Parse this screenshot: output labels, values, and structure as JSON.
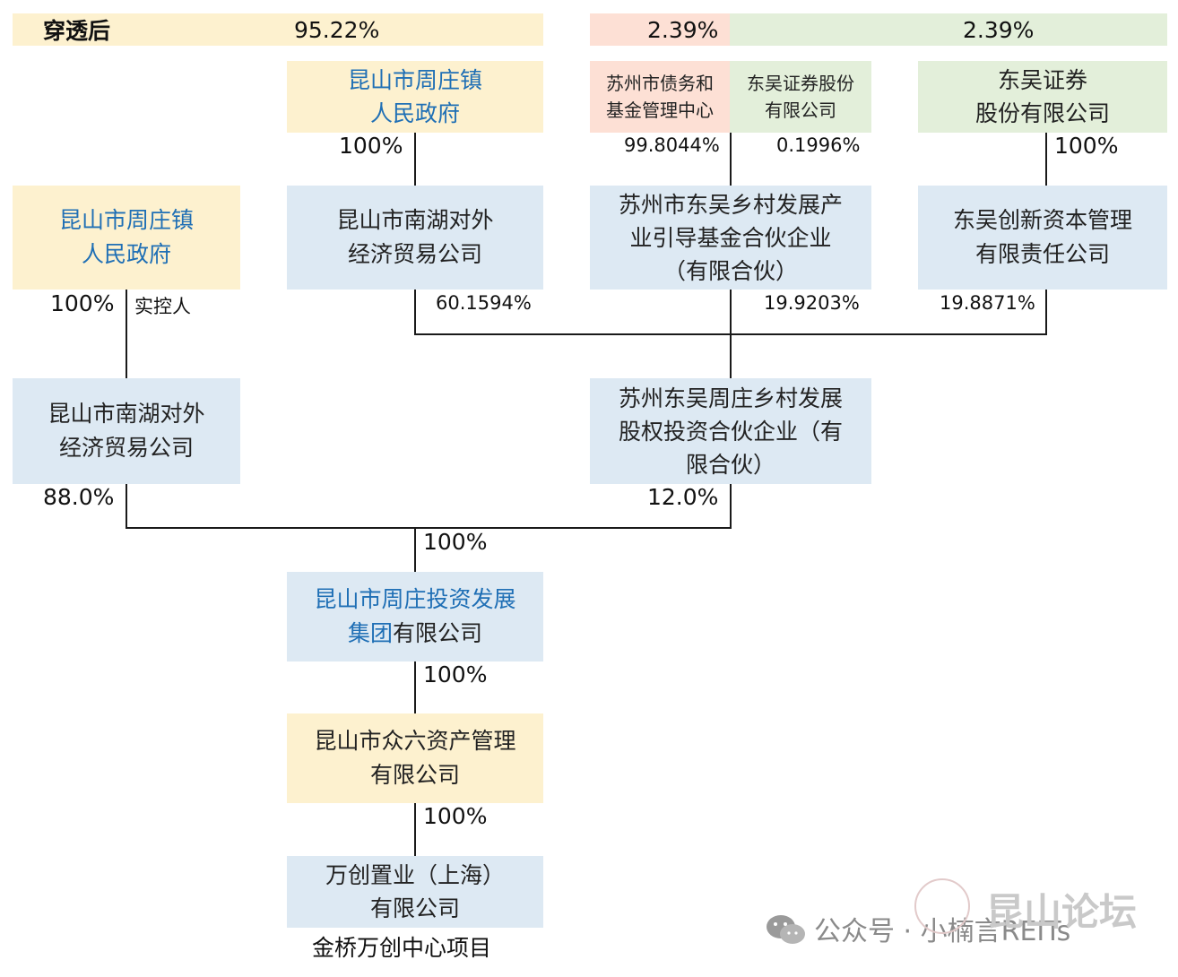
{
  "header": {
    "label": "穿透后",
    "pct_main": "95.22%",
    "pct_pink": "2.39%",
    "pct_green": "2.39%"
  },
  "nodes": {
    "zhouzhuang_gov_top": [
      "昆山市周庄镇",
      "人民政府"
    ],
    "debt_fund_center": [
      "苏州市债务和",
      "基金管理中心"
    ],
    "dongwu_sec_small": [
      "东吴证券股份",
      "有限公司"
    ],
    "dongwu_sec_right": [
      "东吴证券",
      "股份有限公司"
    ],
    "zhouzhuang_gov_left": [
      "昆山市周庄镇",
      "人民政府"
    ],
    "nanhu_trade_mid": [
      "昆山市南湖对外",
      "经济贸易公司"
    ],
    "dongwu_rural_fund": [
      "苏州市东吴乡村发展产",
      "业引导基金合伙企业",
      "（有限合伙）"
    ],
    "dongwu_innovation": [
      "东吴创新资本管理",
      "有限责任公司"
    ],
    "nanhu_trade_left": [
      "昆山市南湖对外",
      "经济贸易公司"
    ],
    "dongwu_zhouzhuang_equity": [
      "苏州东吴周庄乡村发展",
      "股权投资合伙企业（有",
      "限合伙）"
    ],
    "zhouzhuang_invest_group": {
      "blue": "昆山市周庄投资发展",
      "blue2": "集团",
      "normal2": "有限公司"
    },
    "zhongliu_asset": [
      "昆山市众六资产管理",
      "有限公司"
    ],
    "wanchuang_shanghai": [
      "万创置业（上海）",
      "有限公司"
    ],
    "project_label": "金桥万创中心项目"
  },
  "percentages": {
    "gov_to_nanhu": "100%",
    "debt_to_fund": "99.8044%",
    "sec_to_fund": "0.1996%",
    "sec_to_innovation": "100%",
    "gov_left_to_nanhu": "100%",
    "actual_controller": "实控人",
    "nanhu_to_equity": "60.1594%",
    "fund_to_equity": "19.9203%",
    "innovation_to_equity": "19.8871%",
    "nanhu_to_group": "88.0%",
    "equity_to_group": "12.0%",
    "group_merge": "100%",
    "group_to_zhongliu": "100%",
    "zhongliu_to_wanchuang": "100%"
  },
  "watermark": {
    "text": "公众号 · 小楠言REITs",
    "logo": "昆山论坛"
  },
  "colors": {
    "yellow": "#fdf1cf",
    "blue": "#dde9f3",
    "green": "#e3efda",
    "pink": "#fde0d5",
    "blue_text": "#1f6fb5",
    "line": "#1a1a1a"
  }
}
